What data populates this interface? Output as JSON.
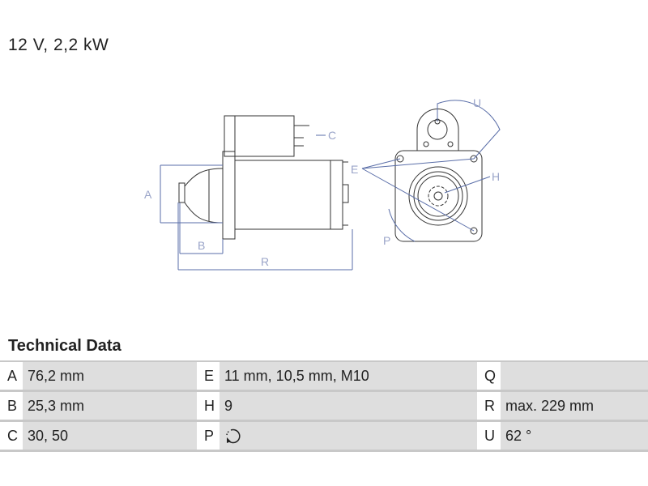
{
  "header": {
    "title": "12 V, 2,2 kW"
  },
  "drawing": {
    "labels": {
      "A": "A",
      "B": "B",
      "C": "C",
      "E": "E",
      "H": "H",
      "P": "P",
      "R": "R",
      "U": "U"
    }
  },
  "technical_data": {
    "title": "Technical Data",
    "rows": [
      [
        {
          "k": "A",
          "v": "76,2 mm"
        },
        {
          "k": "E",
          "v": "11 mm, 10,5 mm, M10"
        },
        {
          "k": "Q",
          "v": ""
        }
      ],
      [
        {
          "k": "B",
          "v": "25,3 mm"
        },
        {
          "k": "H",
          "v": "9"
        },
        {
          "k": "R",
          "v": "max. 229 mm"
        }
      ],
      [
        {
          "k": "C",
          "v": "30, 50"
        },
        {
          "k": "P",
          "v": "",
          "icon": "counterclockwise-rotation-icon"
        },
        {
          "k": "U",
          "v": "62 °"
        }
      ]
    ]
  }
}
